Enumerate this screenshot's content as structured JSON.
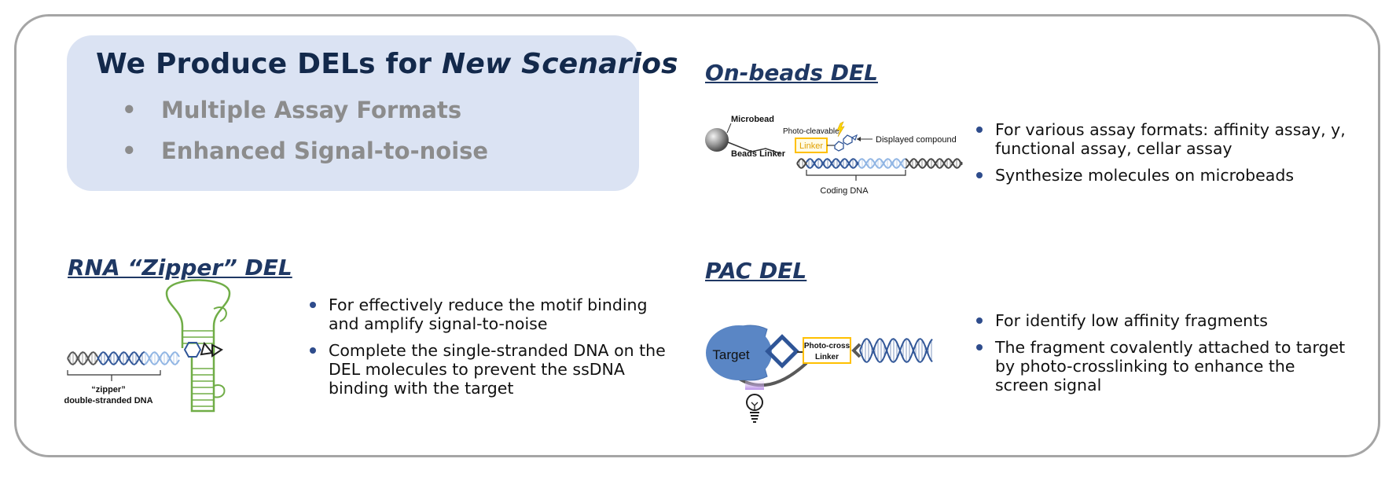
{
  "hero": {
    "title_prefix": "We Produce DELs for ",
    "title_emphasis": "New Scenarios",
    "bullets": [
      "Multiple Assay Formats",
      "Enhanced Signal-to-noise"
    ]
  },
  "on_beads": {
    "title": "On-beads DEL",
    "figure": {
      "microbead": "Microbead",
      "beads_linker": "Beads Linker",
      "photo_cleavable": "Photo-cleavable",
      "linker": "Linker",
      "displayed_compound": "Displayed compound",
      "coding_dna": "Coding DNA"
    },
    "bullets": [
      "For various assay formats: affinity assay, y, functional assay, cellar assay",
      "Synthesize molecules on microbeads"
    ]
  },
  "rna_zipper": {
    "title": "RNA “Zipper” DEL",
    "figure": {
      "zipper": "“zipper”",
      "double_stranded": "double-stranded DNA"
    },
    "bullets": [
      "For effectively reduce the motif binding and amplify signal-to-noise",
      "Complete the single-stranded DNA on the DEL molecules to prevent the ssDNA binding with the target"
    ]
  },
  "pac": {
    "title": "PAC DEL",
    "figure": {
      "target": "Target",
      "photo_cross": "Photo-cross",
      "linker": "Linker"
    },
    "bullets": [
      "For identify low affinity fragments",
      "The fragment covalently attached to target by photo-crosslinking  to enhance the screen signal"
    ]
  },
  "colors": {
    "navy": "#1f3864",
    "hero_bg": "#dbe3f3",
    "bullet_gray": "#8c8c8c",
    "dna_dark": "#2f5597",
    "dna_light": "#8fb4e3",
    "linker_gold": "#ffc000",
    "zipper_green": "#70ad47"
  }
}
